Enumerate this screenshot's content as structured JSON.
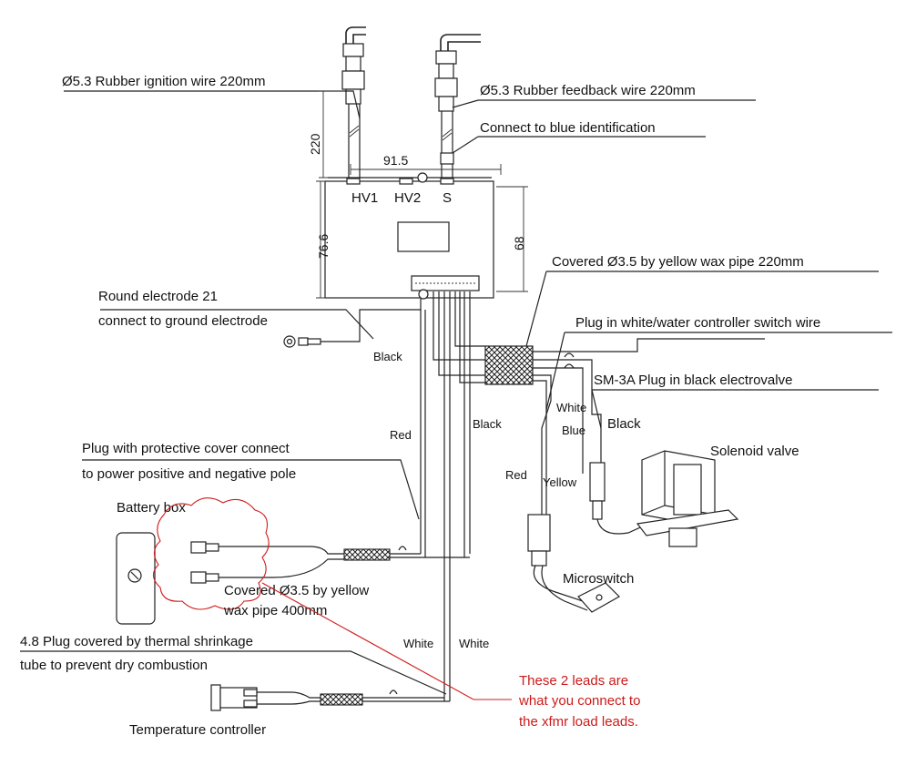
{
  "labels": {
    "ignition_wire": "Ø5.3 Rubber ignition wire 220mm",
    "feedback_wire": "Ø5.3 Rubber feedback wire 220mm",
    "blue_identification": "Connect to blue identification",
    "dim_220": "220",
    "dim_91_5": "91.5",
    "dim_76_6": "76.6",
    "dim_68": "68",
    "terminal_hv1": "HV1",
    "terminal_hv2": "HV2",
    "terminal_s": "S",
    "yellow_wax_220": "Covered Ø3.5 by yellow wax pipe 220mm",
    "round_electrode_1": "Round electrode 21",
    "round_electrode_2": "connect to ground electrode",
    "white_water_switch": "Plug in white/water controller switch wire",
    "electrovalve": "SM-3A Plug in black electrovalve",
    "protective_cover_1": "Plug with protective cover connect",
    "protective_cover_2": "to power positive and negative pole",
    "battery_box": "Battery box",
    "yellow_wax_400_1": "Covered Ø3.5 by yellow",
    "yellow_wax_400_2": "wax pipe 400mm",
    "solenoid_valve": "Solenoid valve",
    "microswitch": "Microswitch",
    "thermal_shrink_1": "4.8 Plug covered by thermal shrinkage",
    "thermal_shrink_2": "tube to prevent dry combustion",
    "temperature_controller": "Temperature controller",
    "annotation_1": "These 2 leads are",
    "annotation_2": "what you connect to",
    "annotation_3": "the xfmr load leads.",
    "wire_black_1": "Black",
    "wire_red_1": "Red",
    "wire_black_2": "Black",
    "wire_white_1": "White",
    "wire_blue": "Blue",
    "wire_black_3": "Black",
    "wire_red_2": "Red",
    "wire_yellow": "Yellow",
    "wire_white_2": "White",
    "wire_white_3": "White"
  },
  "colors": {
    "annotation": "#cc1a1a",
    "line": "#222222"
  }
}
